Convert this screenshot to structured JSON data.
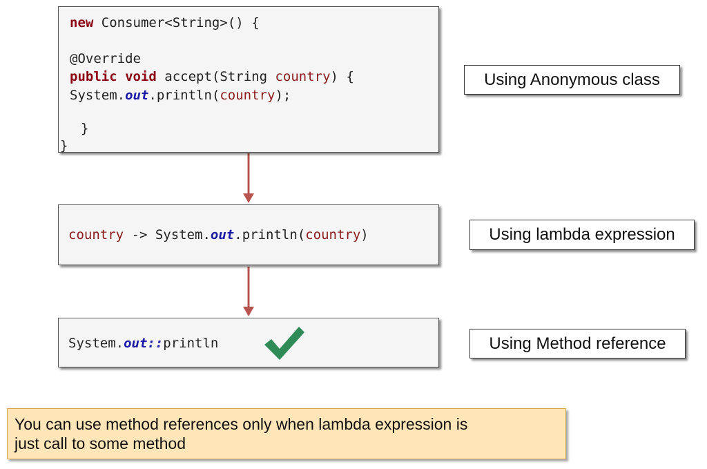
{
  "anonymous": {
    "line1_keyword": "new",
    "line1_rest": " Consumer<String>() {",
    "line2": "@Override",
    "line3_kw1": "public",
    "line3_kw2": "void",
    "line3_mid": " accept(String ",
    "line3_param": "country",
    "line3_end": ") {",
    "line4_start": "System.",
    "line4_field": "out",
    "line4_mid": ".println(",
    "line4_param": "country",
    "line4_end": ");",
    "line5": "}",
    "line6": "}"
  },
  "lambda": {
    "param": "country",
    "arrow_part": " -> System.",
    "field": "out",
    "mid": ".println(",
    "param2": "country",
    "end": ")"
  },
  "method_ref": {
    "start": "System.",
    "field": "out::",
    "end": "println"
  },
  "labels": {
    "anonymous": "Using Anonymous class",
    "lambda": "Using lambda expression",
    "method_ref": "Using Method reference"
  },
  "note": {
    "line1": "You can use method references only when lambda expression is",
    "line2": "just call to some method"
  },
  "colors": {
    "arrow": "#b85450",
    "check": "#2e8b57",
    "note_bg": "#ffe6b8",
    "keyword": "#8b0012",
    "static_field": "#1a1aa6"
  },
  "icons": {
    "check": "checkmark-icon"
  }
}
